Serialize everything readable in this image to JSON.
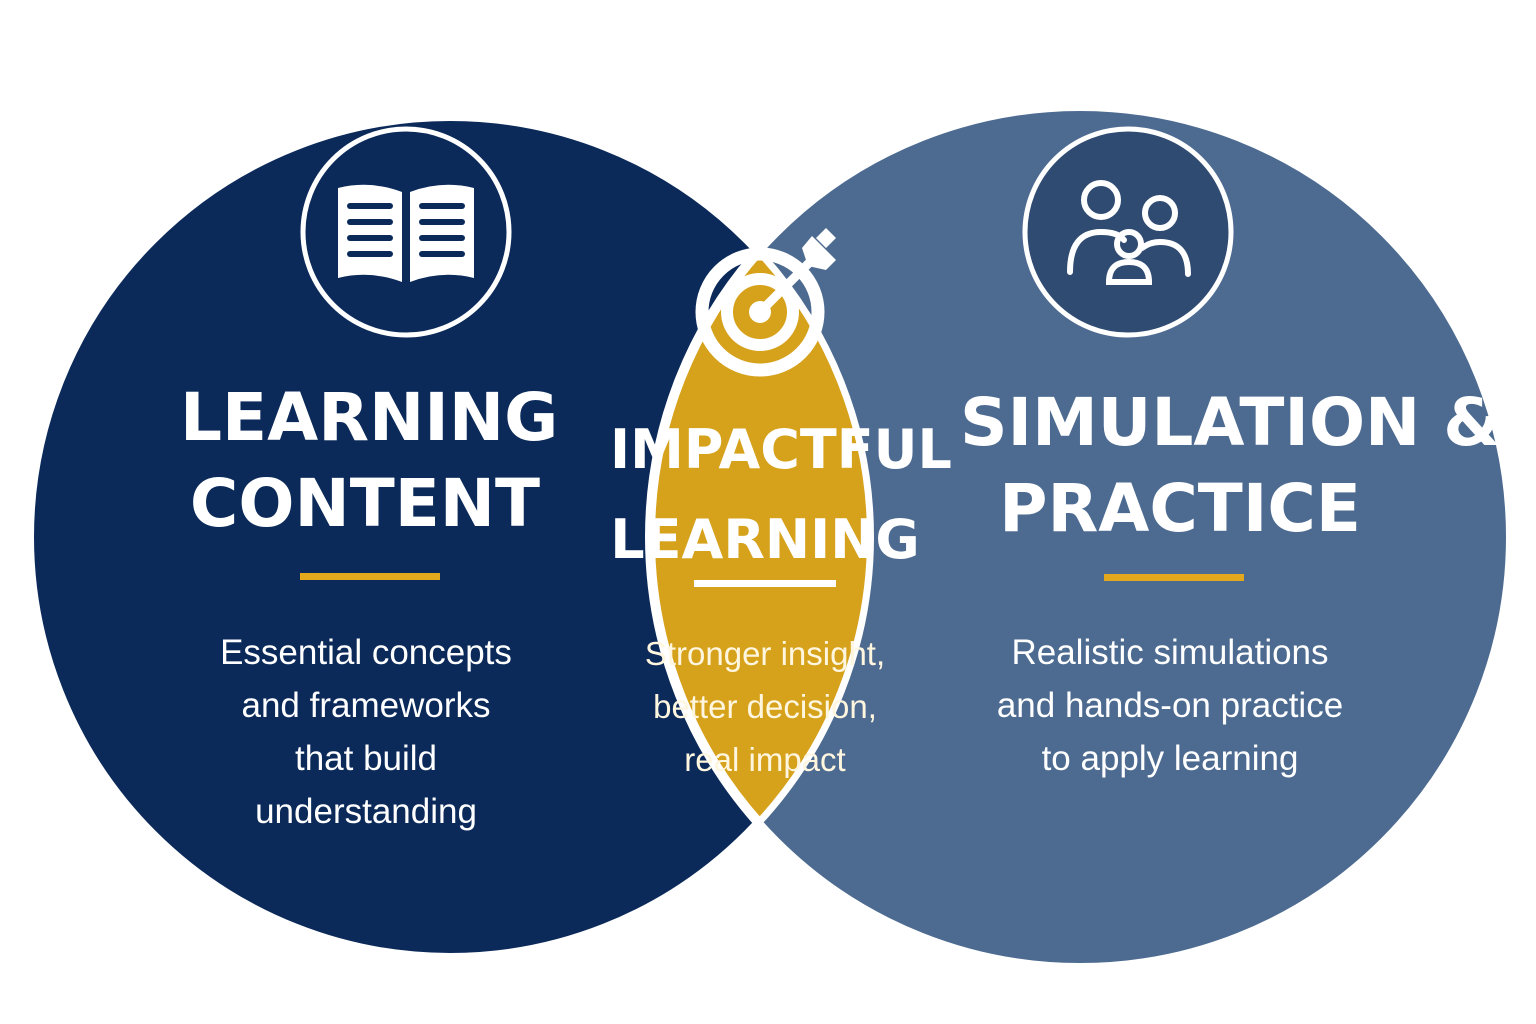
{
  "colors": {
    "left_circle": "#0b2a5a",
    "right_circle": "#4d6b91",
    "intersection": "#d6a11b",
    "accent_line": "#e3a81c",
    "white": "#ffffff",
    "icon_right_fill": "#2f4b72"
  },
  "circles": [
    {
      "id": "learning-content",
      "icon": "open-book-icon",
      "title_lines": [
        "LEARNING",
        "CONTENT"
      ],
      "description_lines": [
        "Essential concepts",
        "and frameworks",
        "that build",
        "understanding"
      ]
    },
    {
      "id": "simulation-practice",
      "icon": "people-group-icon",
      "title_lines": [
        "SIMULATION &",
        "PRACTICE"
      ],
      "description_lines": [
        "Realistic simulations",
        "and hands-on practice",
        "to apply learning"
      ]
    }
  ],
  "intersection": {
    "icon": "target-arrow-icon",
    "title_lines": [
      "IMPACTFUL",
      "LEARNING"
    ],
    "description_lines": [
      "Stronger insight,",
      "better decision,",
      "real impact"
    ]
  }
}
